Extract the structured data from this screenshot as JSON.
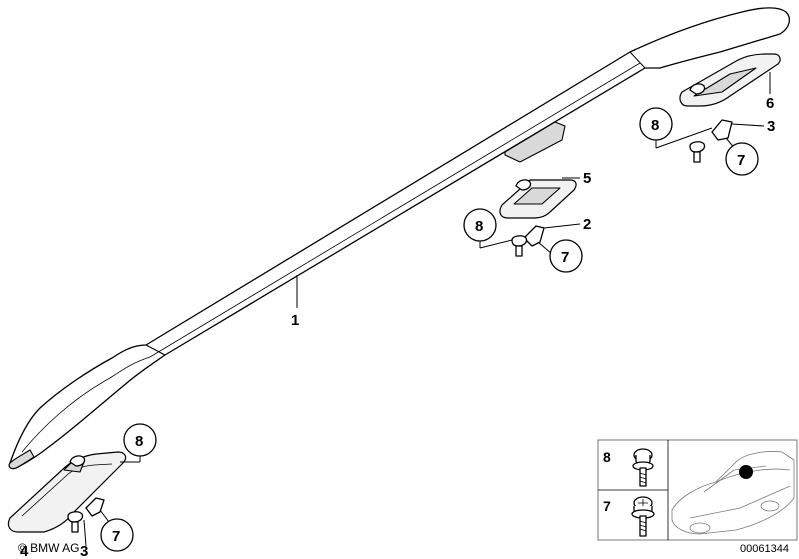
{
  "callouts": {
    "c1": "1",
    "c2": "2",
    "c3": "3",
    "c4": "4",
    "c5": "5",
    "c6": "6",
    "c3b": "3",
    "c7a": "7",
    "c7b": "7",
    "c7c": "7",
    "c8a": "8",
    "c8b": "8",
    "c8c": "8"
  },
  "legend": {
    "row1": "8",
    "row2": "7"
  },
  "footer": {
    "copyright": "© BMW AG",
    "code": "00061344"
  }
}
